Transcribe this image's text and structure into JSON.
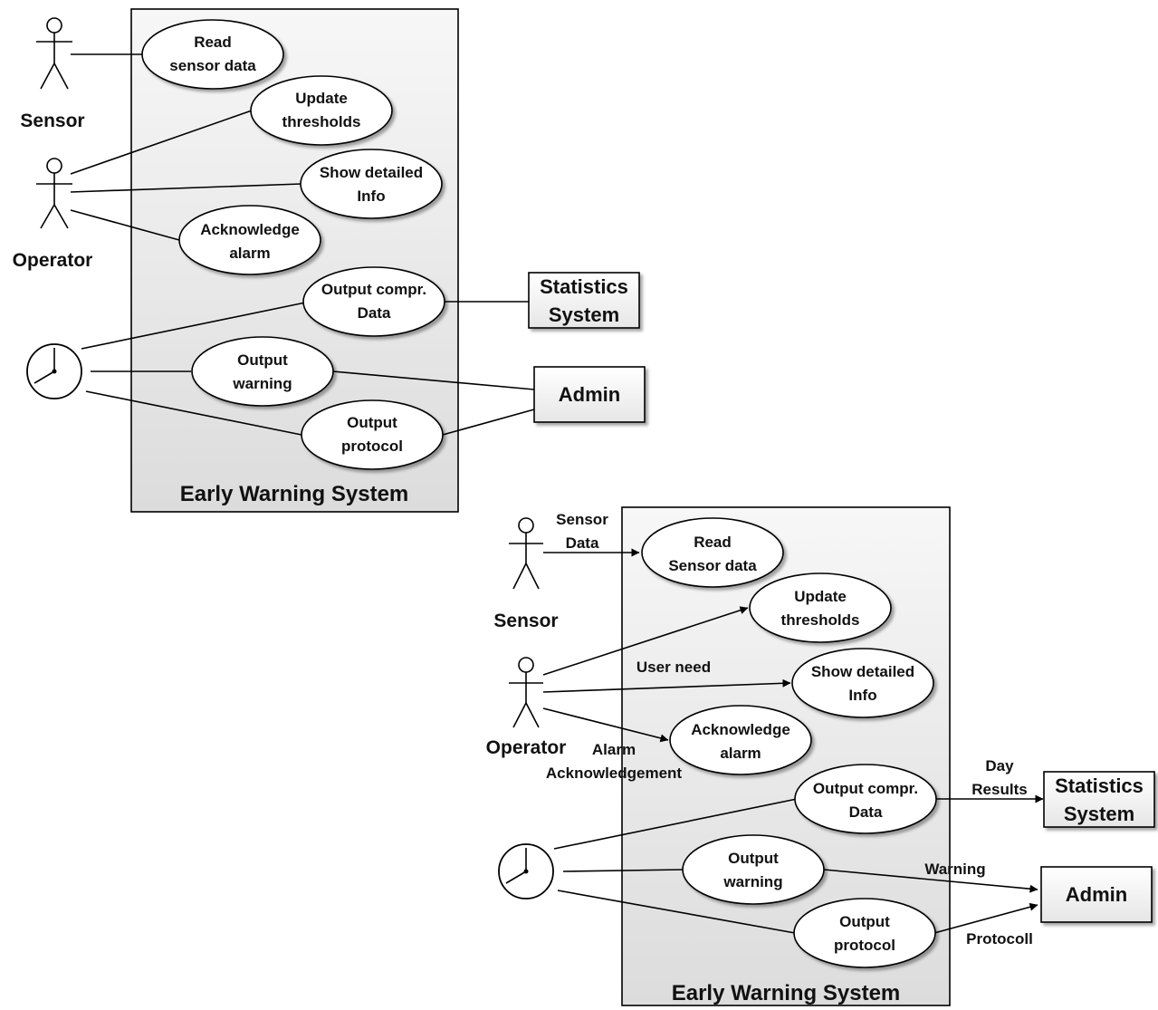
{
  "diagram_top": {
    "system_title": "Early Warning System",
    "actors": {
      "sensor": "Sensor",
      "operator": "Operator"
    },
    "use_cases": {
      "read_sensor": [
        "Read",
        "sensor data"
      ],
      "update_thresholds": [
        "Update",
        "thresholds"
      ],
      "show_info": [
        "Show detailed",
        "Info"
      ],
      "ack_alarm": [
        "Acknowledge",
        "alarm"
      ],
      "output_data": [
        "Output compr.",
        "Data"
      ],
      "output_warning": [
        "Output",
        "warning"
      ],
      "output_protocol": [
        "Output",
        "protocol"
      ]
    },
    "external_systems": {
      "statistics": [
        "Statistics",
        "System"
      ],
      "admin": [
        "Admin"
      ]
    }
  },
  "diagram_bottom": {
    "system_title": "Early Warning System",
    "actors": {
      "sensor": "Sensor",
      "operator": "Operator"
    },
    "use_cases": {
      "read_sensor": [
        "Read",
        "Sensor data"
      ],
      "update_thresholds": [
        "Update",
        "thresholds"
      ],
      "show_info": [
        "Show detailed",
        "Info"
      ],
      "ack_alarm": [
        "Acknowledge",
        "alarm"
      ],
      "output_data": [
        "Output compr.",
        "Data"
      ],
      "output_warning": [
        "Output",
        "warning"
      ],
      "output_protocol": [
        "Output",
        "protocol"
      ]
    },
    "external_systems": {
      "statistics": [
        "Statistics",
        "System"
      ],
      "admin": [
        "Admin"
      ]
    },
    "flow_labels": {
      "sensor_data": [
        "Sensor",
        "Data"
      ],
      "user_need": "User need",
      "alarm_ack": [
        "Alarm",
        "Acknowledgement"
      ],
      "day_results": [
        "Day",
        "Results"
      ],
      "warning": "Warning",
      "protocoll": "Protocoll"
    }
  }
}
